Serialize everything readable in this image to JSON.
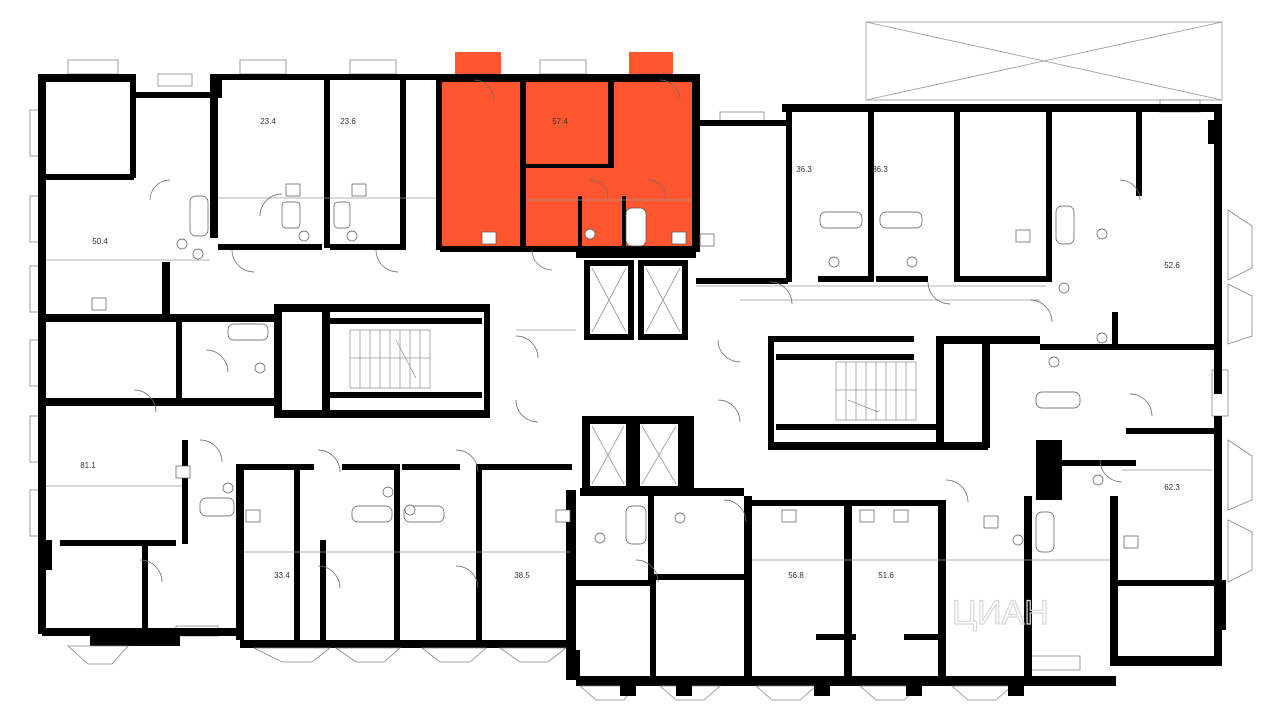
{
  "plan": {
    "highlight_color": "#ff5630",
    "wall_color": "#000000",
    "apartments": [
      {
        "id": "apt-50-4",
        "area": "50.4",
        "highlighted": false
      },
      {
        "id": "apt-23-4",
        "area": "23.4",
        "highlighted": false
      },
      {
        "id": "apt-23-6",
        "area": "23.6",
        "highlighted": false
      },
      {
        "id": "apt-57-4",
        "area": "57.4",
        "highlighted": true
      },
      {
        "id": "apt-36-3a",
        "area": "36.3",
        "highlighted": false
      },
      {
        "id": "apt-36-3b",
        "area": "36.3",
        "highlighted": false
      },
      {
        "id": "apt-52-6",
        "area": "52.6",
        "highlighted": false
      },
      {
        "id": "apt-81-1",
        "area": "81.1",
        "highlighted": false
      },
      {
        "id": "apt-33-4",
        "area": "33.4",
        "highlighted": false
      },
      {
        "id": "apt-38-5",
        "area": "38.5",
        "highlighted": false
      },
      {
        "id": "apt-56-8",
        "area": "56.8",
        "highlighted": false
      },
      {
        "id": "apt-51-6",
        "area": "51.6",
        "highlighted": false
      },
      {
        "id": "apt-62-3",
        "area": "62.3",
        "highlighted": false
      }
    ],
    "watermark": "ЦИАН"
  }
}
